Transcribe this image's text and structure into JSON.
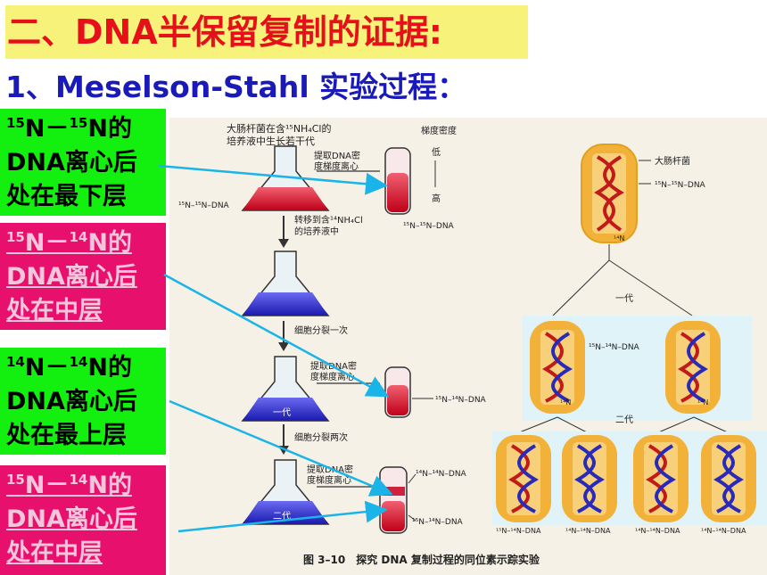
{
  "title": "二、DNA半保留复制的证据:",
  "subtitle": "1、Meselson-Stahl 实验过程：",
  "boxes": [
    {
      "iso1": "15",
      "iso2": "15",
      "line1_mid": "N－",
      "line1_end": "N的",
      "line2": "DNA离心后",
      "line3": "处在最下层",
      "color": "#13f00f"
    },
    {
      "iso1": "15",
      "iso2": "14",
      "line1_mid": "N－",
      "line1_end": "N的",
      "line2": "DNA离心后",
      "line3": "处在中层",
      "color": "#e8106d"
    },
    {
      "iso1": "14",
      "iso2": "14",
      "line1_mid": "N－",
      "line1_end": "N的",
      "line2": "DNA离心后",
      "line3": "处在最上层",
      "color": "#13f00f"
    },
    {
      "iso1": "15",
      "iso2": "14",
      "line1_mid": "N－",
      "line1_end": "N的",
      "line2": "DNA离心后",
      "line3": "处在中层",
      "color": "#e8106d"
    }
  ],
  "figure": {
    "step1_a": "大肠杆菌在含¹⁵NH₄Cl的",
    "step1_b": "培养液中生长若干代",
    "extract_a": "提取DNA密",
    "extract_b": "度梯度离心",
    "gradient_title": "梯度密度",
    "gradient_low": "低",
    "gradient_high": "高",
    "flask1_label": "¹⁵N–¹⁵N–DNA",
    "tube1_label": "¹⁵N–¹⁵N–DNA",
    "transfer_a": "转移到含¹⁴NH₄Cl",
    "transfer_b": "的培养液中",
    "divide_once": "细胞分裂一次",
    "flask3_tag": "一代",
    "tube2_label": "¹⁵N–¹⁴N–DNA",
    "divide_twice": "细胞分裂两次",
    "flask4_tag": "二代",
    "tube3_top": "¹⁴N–¹⁴N–DNA",
    "tube3_bottom": "¹⁵N–¹⁴N–DNA",
    "right_ecoli": "大肠杆菌",
    "right_dna": "¹⁵N–¹⁵N–DNA",
    "n14_1": "¹⁴N",
    "gen1": "一代",
    "gen1_dna": "¹⁵N–¹⁴N–DNA",
    "n14_2": "¹⁴N",
    "n14_3": "¹⁴N",
    "gen2": "二代",
    "bottom_labels": [
      "¹⁵N–¹⁴N–DNA",
      "¹⁴N–¹⁴N–DNA",
      "¹⁴N–¹⁴N–DNA",
      "¹⁴N–¹⁴N–DNA"
    ],
    "caption": "图 3–10　探究 DNA 复制过程的同位素示踪实验"
  },
  "colors": {
    "title_bg": "#f7f27a",
    "title_text": "#e6101a",
    "subtitle_text": "#1a1ab8",
    "arrow": "#1ab4e8",
    "red_liquid": "#d4102a",
    "blue_liquid": "#2a2ad0",
    "capsule": "#f2b23a"
  }
}
